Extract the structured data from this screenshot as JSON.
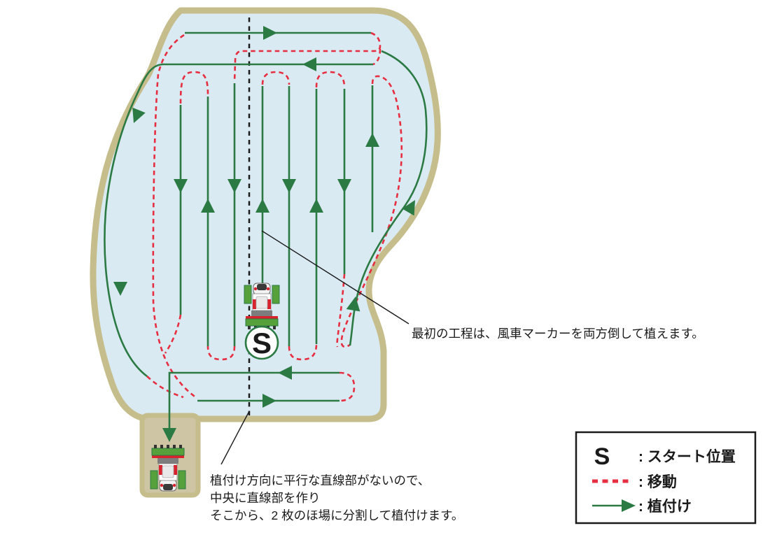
{
  "colors": {
    "field_fill": "#d9eaf3",
    "field_border": "#c6bd8c",
    "chute_fill": "#cdc5a3",
    "planting_green": "#2c7a43",
    "tray_green": "#57a13c",
    "move_red": "#e62e40",
    "line_black": "#1a1a1a"
  },
  "start_marker": {
    "label": "S"
  },
  "annotations": {
    "windmill_note": "最初の工程は、風車マーカーを両方倒して植えます。",
    "split_note_lines": [
      "植付け方向に平行な直線部がないので、",
      "中央に直線部を作り",
      "そこから、2 枚のほ場に分割して植付けます。"
    ]
  },
  "legend": {
    "items": [
      {
        "symbol": "S",
        "label": ": スタート位置"
      },
      {
        "symbol": "red-dashed-line",
        "label": ": 移動"
      },
      {
        "symbol": "green-arrow",
        "label": ": 植付け"
      }
    ]
  }
}
